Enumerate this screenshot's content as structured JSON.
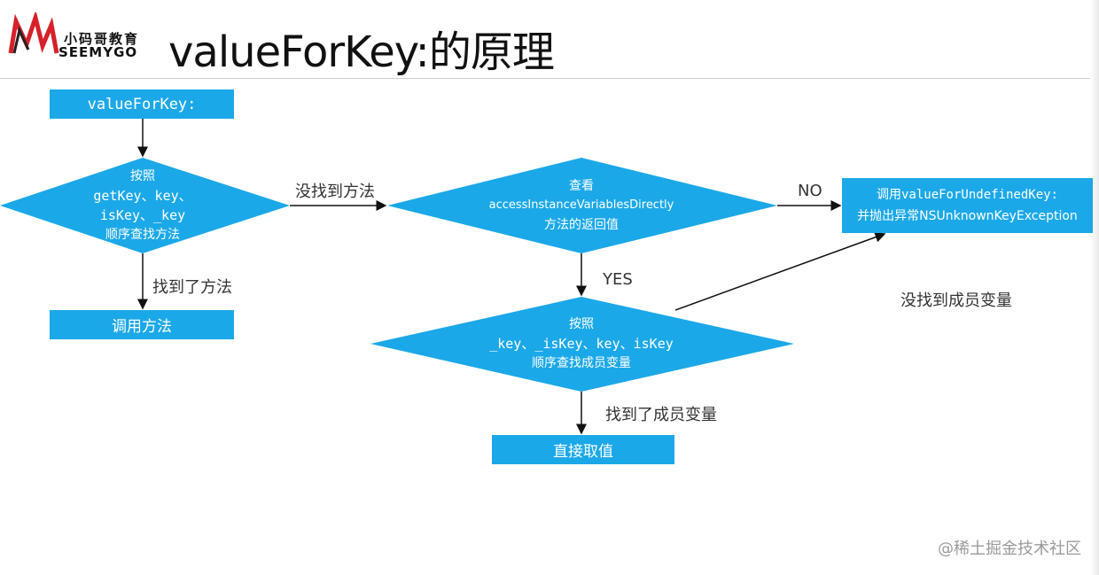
{
  "header": {
    "title": "valueForKey:的原理",
    "logo_cn": "小码哥教育",
    "logo_en": "SEEMYGO"
  },
  "flow": {
    "start_box": "valueForKey:",
    "diamond1": {
      "line1": "按照",
      "line2": "getKey、key、",
      "line3": "isKey、_key",
      "line4": "顺序查找方法"
    },
    "found_method_label": "找到了方法",
    "call_method_box": "调用方法",
    "not_found_method_label": "没找到方法",
    "diamond2": {
      "line1": "查看",
      "line2": "accessInstanceVariablesDirectly",
      "line3": "方法的返回值"
    },
    "no_label": "NO",
    "yes_label": "YES",
    "undefined_box": {
      "line1_prefix": "调用",
      "line1_code": "valueForUndefinedKey:",
      "line2": "并抛出异常NSUnknownKeyException"
    },
    "diamond3": {
      "line1": "按照",
      "line2": "_key、_isKey、key、isKey",
      "line3": "顺序查找成员变量"
    },
    "not_found_ivar_label": "没找到成员变量",
    "found_ivar_label": "找到了成员变量",
    "get_value_box": "直接取值"
  },
  "watermark": "@稀土掘金技术社区",
  "colors": {
    "accent": "#1ba8e8",
    "logo_red": "#d6212a"
  }
}
